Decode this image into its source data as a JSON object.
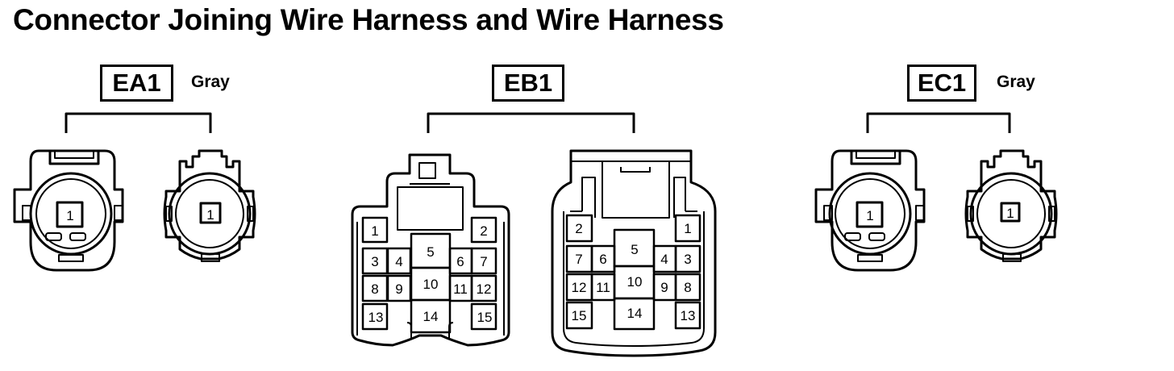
{
  "title": "Connector Joining Wire Harness and Wire Harness",
  "connectors": [
    {
      "code": "EA1",
      "color": "Gray",
      "left_pin": "1",
      "right_pin": "1"
    },
    {
      "code": "EB1",
      "color": "",
      "left_pins": [
        "1",
        "2",
        "3",
        "4",
        "5",
        "6",
        "7",
        "8",
        "9",
        "10",
        "11",
        "12",
        "13",
        "14",
        "15"
      ],
      "right_pins": [
        "1",
        "2",
        "3",
        "4",
        "5",
        "6",
        "7",
        "8",
        "9",
        "10",
        "11",
        "12",
        "13",
        "14",
        "15"
      ]
    },
    {
      "code": "EC1",
      "color": "Gray",
      "left_pin": "1",
      "right_pin": "1"
    }
  ]
}
